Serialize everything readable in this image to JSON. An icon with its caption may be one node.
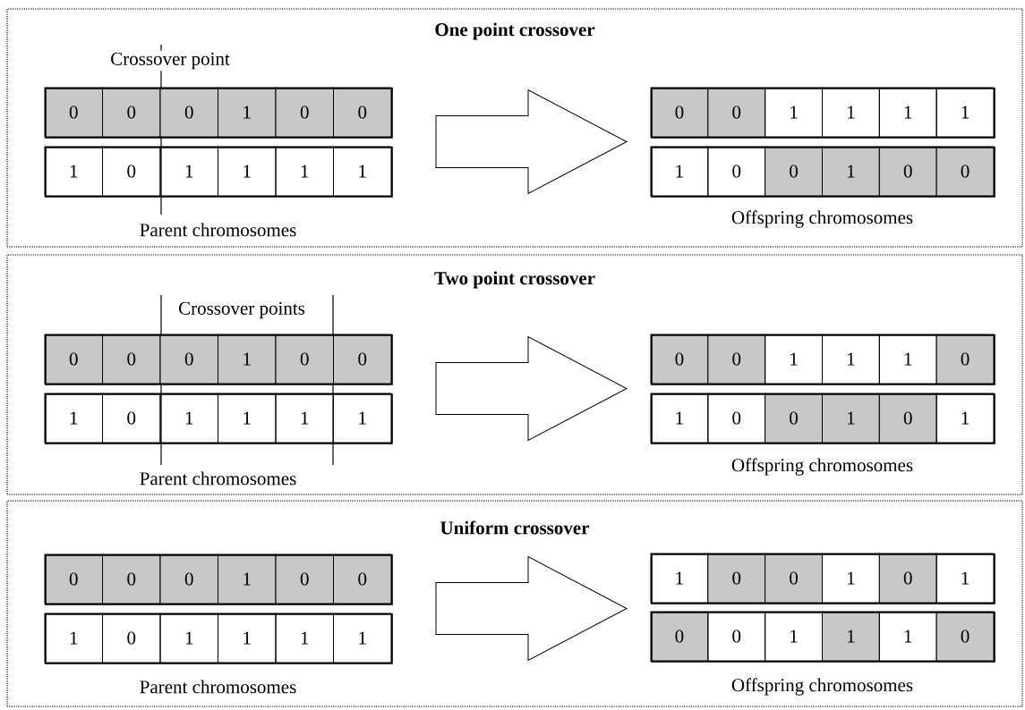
{
  "diagram": {
    "nodes": [
      {
        "text": [
          "One point crossover"
        ]
      },
      {
        "text": [],
        "shape": "bar",
        "in": 0
      },
      {
        "text": [
          "0"
        ],
        "in": 1
      },
      {
        "text": [
          "0"
        ],
        "in": 1
      },
      {
        "text": [
          "0"
        ],
        "in": 1
      },
      {
        "text": [
          "1"
        ],
        "in": 1
      },
      {
        "text": [
          "0"
        ],
        "in": 1
      },
      {
        "text": [
          "0"
        ],
        "in": 1
      },
      {
        "text": [],
        "shape": "bar",
        "in": 0,
        "beside": [
          "Parent chromosomes"
        ]
      },
      {
        "text": [
          "1"
        ],
        "in": 8
      },
      {
        "text": [
          "0"
        ],
        "in": 8
      },
      {
        "text": [
          "1"
        ],
        "in": 8
      },
      {
        "text": [
          "1"
        ],
        "in": 8
      },
      {
        "text": [
          "1"
        ],
        "in": 8
      },
      {
        "text": [
          "1"
        ],
        "in": 8
      },
      {
        "text": [],
        "shape": "bar",
        "in": 0
      },
      {
        "text": [
          "0"
        ],
        "in": 15
      },
      {
        "text": [
          "0"
        ],
        "in": 15
      },
      {
        "text": [
          "1"
        ],
        "in": 15
      },
      {
        "text": [
          "1"
        ],
        "in": 15
      },
      {
        "text": [
          "1"
        ],
        "in": 15
      },
      {
        "text": [
          "1"
        ],
        "in": 15
      },
      {
        "text": [],
        "shape": "bar",
        "in": 0,
        "beside": [
          "Offspring chromosomes"
        ]
      },
      {
        "text": [
          "1"
        ],
        "in": 22
      },
      {
        "text": [
          "0"
        ],
        "in": 22
      },
      {
        "text": [
          "0"
        ],
        "in": 22
      },
      {
        "text": [
          "1"
        ],
        "in": 22
      },
      {
        "text": [
          "0"
        ],
        "in": 22
      },
      {
        "text": [
          "0"
        ],
        "in": 22
      },
      {
        "text": [
          "Two point crossover"
        ]
      },
      {
        "text": [],
        "shape": "bar",
        "in": 29
      },
      {
        "text": [
          "0"
        ],
        "in": 30
      },
      {
        "text": [
          "0"
        ],
        "in": 30
      },
      {
        "text": [
          "0"
        ],
        "in": 30
      },
      {
        "text": [
          "1"
        ],
        "in": 30
      },
      {
        "text": [
          "0"
        ],
        "in": 30
      },
      {
        "text": [
          "0"
        ],
        "in": 30
      },
      {
        "text": [],
        "shape": "bar",
        "in": 29,
        "beside": [
          "Parent chromosomes"
        ]
      },
      {
        "text": [
          "1"
        ],
        "in": 37
      },
      {
        "text": [
          "0"
        ],
        "in": 37
      },
      {
        "text": [
          "1"
        ],
        "in": 37
      },
      {
        "text": [
          "1"
        ],
        "in": 37
      },
      {
        "text": [
          "1"
        ],
        "in": 37
      },
      {
        "text": [
          "1"
        ],
        "in": 37
      },
      {
        "text": [],
        "shape": "bar",
        "in": 29
      },
      {
        "text": [
          "0"
        ],
        "in": 44
      },
      {
        "text": [
          "0"
        ],
        "in": 44
      },
      {
        "text": [
          "1"
        ],
        "in": 44
      },
      {
        "text": [
          "1"
        ],
        "in": 44
      },
      {
        "text": [
          "1"
        ],
        "in": 44
      },
      {
        "text": [
          "0"
        ],
        "in": 44
      },
      {
        "text": [],
        "shape": "bar",
        "in": 29,
        "beside": [
          "Offspring chromosomes"
        ]
      },
      {
        "text": [
          "1"
        ],
        "in": 51
      },
      {
        "text": [
          "0"
        ],
        "in": 51
      },
      {
        "text": [
          "0"
        ],
        "in": 51
      },
      {
        "text": [
          "1"
        ],
        "in": 51
      },
      {
        "text": [
          "0"
        ],
        "in": 51
      },
      {
        "text": [
          "1"
        ],
        "in": 51
      },
      {
        "text": [
          "Uniform crossover"
        ]
      },
      {
        "text": [],
        "shape": "bar",
        "in": 58
      },
      {
        "text": [
          "0"
        ],
        "in": 59
      },
      {
        "text": [
          "0"
        ],
        "in": 59
      },
      {
        "text": [
          "0"
        ],
        "in": 59
      },
      {
        "text": [
          "1"
        ],
        "in": 59
      },
      {
        "text": [
          "0"
        ],
        "in": 59
      },
      {
        "text": [
          "0"
        ],
        "in": 59
      },
      {
        "text": [],
        "shape": "bar",
        "in": 58,
        "beside": [
          "Parent chromosomes"
        ]
      },
      {
        "text": [
          "1"
        ],
        "in": 66
      },
      {
        "text": [
          "0"
        ],
        "in": 66
      },
      {
        "text": [
          "1"
        ],
        "in": 66
      },
      {
        "text": [
          "1"
        ],
        "in": 66
      },
      {
        "text": [
          "1"
        ],
        "in": 66
      },
      {
        "text": [
          "1"
        ],
        "in": 66
      },
      {
        "text": [],
        "shape": "bar",
        "in": 58
      },
      {
        "text": [
          "1"
        ],
        "in": 73
      },
      {
        "text": [
          "0"
        ],
        "in": 73
      },
      {
        "text": [
          "0"
        ],
        "in": 73
      },
      {
        "text": [
          "1"
        ],
        "in": 73
      },
      {
        "text": [
          "0"
        ],
        "in": 73
      },
      {
        "text": [
          "1"
        ],
        "in": 73
      },
      {
        "text": [],
        "shape": "bar",
        "in": 58,
        "beside": [
          "Offspring chromosomes"
        ]
      },
      {
        "text": [
          "0"
        ],
        "in": 80
      },
      {
        "text": [
          "0"
        ],
        "in": 80
      },
      {
        "text": [
          "1"
        ],
        "in": 80
      },
      {
        "text": [
          "1"
        ],
        "in": 80
      },
      {
        "text": [
          "1"
        ],
        "in": 80
      },
      {
        "text": [
          "0"
        ],
        "in": 80
      }
    ],
    "edges": [
      {
        "from": 1,
        "to": 15,
        "arrow": "to"
      },
      {
        "from": 30,
        "to": 44,
        "arrow": "to"
      },
      {
        "from": 59,
        "to": 73,
        "arrow": "to"
      }
    ],
    "labels": [
      "Crossover point",
      "Crossover points"
    ]
  }
}
